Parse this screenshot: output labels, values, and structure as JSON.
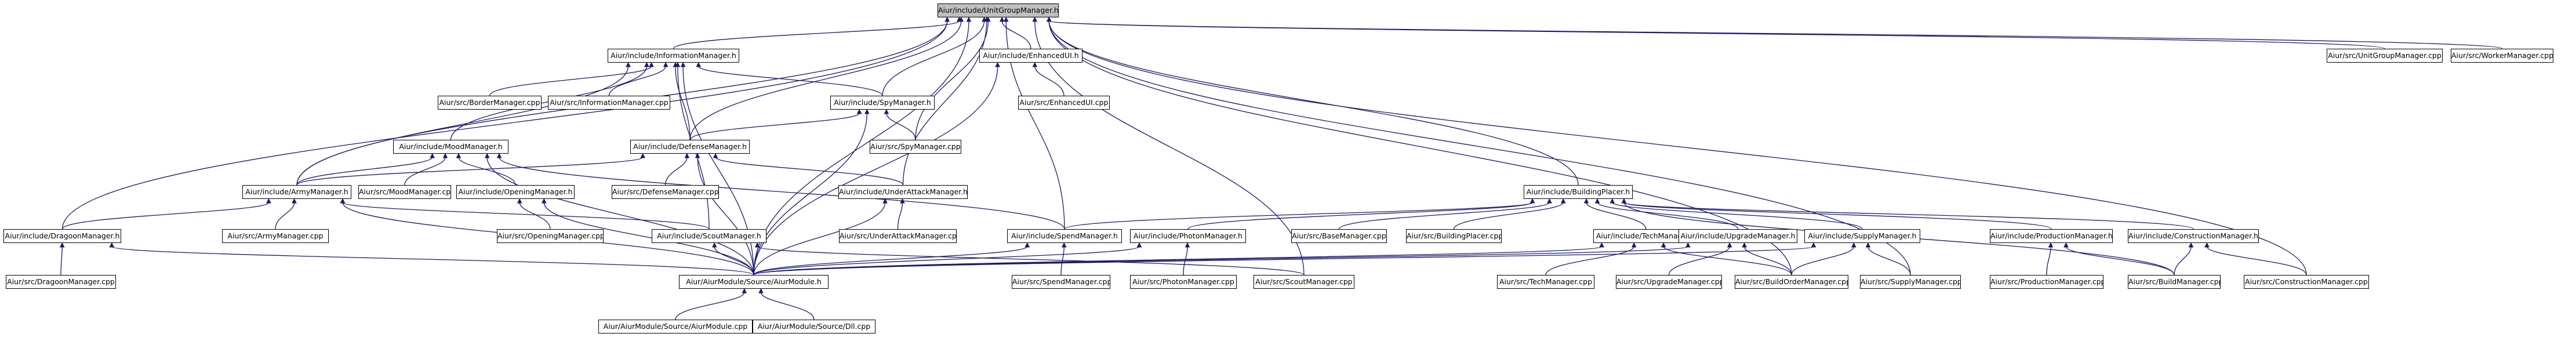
{
  "graph": {
    "colors": {
      "edge": "#191970",
      "root_fill": "#bfbfbf",
      "node_fill": "#ffffff",
      "border": "#000000"
    },
    "nodes": [
      {
        "id": "UnitGroupManager_h",
        "label": "Aiur/include/UnitGroupManager.h",
        "root": true
      },
      {
        "id": "InformationManager_h",
        "label": "Aiur/include/InformationManager.h"
      },
      {
        "id": "EnhancedUI_h",
        "label": "Aiur/include/EnhancedUI.h"
      },
      {
        "id": "UnitGroupManager_cpp",
        "label": "Aiur/src/UnitGroupManager.cpp"
      },
      {
        "id": "WorkerManager_cpp",
        "label": "Aiur/src/WorkerManager.cpp"
      },
      {
        "id": "BorderManager_cpp",
        "label": "Aiur/src/BorderManager.cpp"
      },
      {
        "id": "InformationManager_cpp",
        "label": "Aiur/src/InformationManager.cpp"
      },
      {
        "id": "SpyManager_h",
        "label": "Aiur/include/SpyManager.h"
      },
      {
        "id": "EnhancedUI_cpp",
        "label": "Aiur/src/EnhancedUI.cpp"
      },
      {
        "id": "MoodManager_h",
        "label": "Aiur/include/MoodManager.h"
      },
      {
        "id": "DefenseManager_h",
        "label": "Aiur/include/DefenseManager.h"
      },
      {
        "id": "SpyManager_cpp",
        "label": "Aiur/src/SpyManager.cpp"
      },
      {
        "id": "ArmyManager_h",
        "label": "Aiur/include/ArmyManager.h"
      },
      {
        "id": "MoodManager_cpp",
        "label": "Aiur/src/MoodManager.cpp"
      },
      {
        "id": "OpeningManager_h",
        "label": "Aiur/include/OpeningManager.h"
      },
      {
        "id": "DefenseManager_cpp",
        "label": "Aiur/src/DefenseManager.cpp"
      },
      {
        "id": "UnderAttackManager_h",
        "label": "Aiur/include/UnderAttackManager.h"
      },
      {
        "id": "BuildingPlacer_h",
        "label": "Aiur/include/BuildingPlacer.h"
      },
      {
        "id": "DragoonManager_h",
        "label": "Aiur/include/DragoonManager.h"
      },
      {
        "id": "ArmyManager_cpp",
        "label": "Aiur/src/ArmyManager.cpp"
      },
      {
        "id": "OpeningManager_cpp",
        "label": "Aiur/src/OpeningManager.cpp"
      },
      {
        "id": "ScoutManager_h",
        "label": "Aiur/include/ScoutManager.h"
      },
      {
        "id": "UnderAttackManager_cpp",
        "label": "Aiur/src/UnderAttackManager.cpp"
      },
      {
        "id": "SpendManager_h",
        "label": "Aiur/include/SpendManager.h"
      },
      {
        "id": "PhotonManager_h",
        "label": "Aiur/include/PhotonManager.h"
      },
      {
        "id": "BaseManager_cpp",
        "label": "Aiur/src/BaseManager.cpp"
      },
      {
        "id": "BuildingPlacer_cpp",
        "label": "Aiur/src/BuildingPlacer.cpp"
      },
      {
        "id": "TechManager_h",
        "label": "Aiur/include/TechManager.h"
      },
      {
        "id": "UpgradeManager_h",
        "label": "Aiur/include/UpgradeManager.h"
      },
      {
        "id": "SupplyManager_h",
        "label": "Aiur/include/SupplyManager.h"
      },
      {
        "id": "ProductionManager_h",
        "label": "Aiur/include/ProductionManager.h"
      },
      {
        "id": "ConstructionManager_h",
        "label": "Aiur/include/ConstructionManager.h"
      },
      {
        "id": "DragoonManager_cpp",
        "label": "Aiur/src/DragoonManager.cpp"
      },
      {
        "id": "AiurModule_h",
        "label": "Aiur/AiurModule/Source/AiurModule.h"
      },
      {
        "id": "SpendManager_cpp",
        "label": "Aiur/src/SpendManager.cpp"
      },
      {
        "id": "PhotonManager_cpp",
        "label": "Aiur/src/PhotonManager.cpp"
      },
      {
        "id": "ScoutManager_cpp",
        "label": "Aiur/src/ScoutManager.cpp"
      },
      {
        "id": "TechManager_cpp",
        "label": "Aiur/src/TechManager.cpp"
      },
      {
        "id": "UpgradeManager_cpp",
        "label": "Aiur/src/UpgradeManager.cpp"
      },
      {
        "id": "BuildOrderManager_cpp",
        "label": "Aiur/src/BuildOrderManager.cpp"
      },
      {
        "id": "SupplyManager_cpp",
        "label": "Aiur/src/SupplyManager.cpp"
      },
      {
        "id": "ProductionManager_cpp",
        "label": "Aiur/src/ProductionManager.cpp"
      },
      {
        "id": "BuildManager_cpp",
        "label": "Aiur/src/BuildManager.cpp"
      },
      {
        "id": "ConstructionManager_cpp",
        "label": "Aiur/src/ConstructionManager.cpp"
      },
      {
        "id": "AiurModule_cpp",
        "label": "Aiur/AiurModule/Source/AiurModule.cpp"
      },
      {
        "id": "Dll_cpp",
        "label": "Aiur/AiurModule/Source/Dll.cpp"
      }
    ],
    "edges": [
      [
        "InformationManager_h",
        "UnitGroupManager_h"
      ],
      [
        "EnhancedUI_h",
        "UnitGroupManager_h"
      ],
      [
        "UnitGroupManager_cpp",
        "UnitGroupManager_h"
      ],
      [
        "WorkerManager_cpp",
        "UnitGroupManager_h"
      ],
      [
        "SpyManager_h",
        "UnitGroupManager_h"
      ],
      [
        "DefenseManager_h",
        "UnitGroupManager_h"
      ],
      [
        "SpyManager_cpp",
        "UnitGroupManager_h"
      ],
      [
        "ArmyManager_h",
        "UnitGroupManager_h"
      ],
      [
        "UnderAttackManager_h",
        "UnitGroupManager_h"
      ],
      [
        "BuildingPlacer_h",
        "UnitGroupManager_h"
      ],
      [
        "DragoonManager_h",
        "UnitGroupManager_h"
      ],
      [
        "SpendManager_h",
        "UnitGroupManager_h"
      ],
      [
        "AiurModule_h",
        "UnitGroupManager_h"
      ],
      [
        "ScoutManager_cpp",
        "UnitGroupManager_h"
      ],
      [
        "BuildOrderManager_cpp",
        "UnitGroupManager_h"
      ],
      [
        "SupplyManager_cpp",
        "UnitGroupManager_h"
      ],
      [
        "ConstructionManager_cpp",
        "UnitGroupManager_h"
      ],
      [
        "BorderManager_cpp",
        "InformationManager_h"
      ],
      [
        "InformationManager_cpp",
        "InformationManager_h"
      ],
      [
        "SpyManager_h",
        "InformationManager_h"
      ],
      [
        "MoodManager_h",
        "InformationManager_h"
      ],
      [
        "DefenseManager_h",
        "InformationManager_h"
      ],
      [
        "ArmyManager_h",
        "InformationManager_h"
      ],
      [
        "ScoutManager_h",
        "InformationManager_h"
      ],
      [
        "AiurModule_h",
        "InformationManager_h"
      ],
      [
        "EnhancedUI_cpp",
        "EnhancedUI_h"
      ],
      [
        "AiurModule_h",
        "EnhancedUI_h"
      ],
      [
        "SpyManager_cpp",
        "SpyManager_h"
      ],
      [
        "DefenseManager_h",
        "SpyManager_h"
      ],
      [
        "AiurModule_h",
        "SpyManager_h"
      ],
      [
        "MoodManager_cpp",
        "MoodManager_h"
      ],
      [
        "OpeningManager_h",
        "MoodManager_h"
      ],
      [
        "ArmyManager_h",
        "MoodManager_h"
      ],
      [
        "SpendManager_h",
        "MoodManager_h"
      ],
      [
        "AiurModule_h",
        "MoodManager_h"
      ],
      [
        "DefenseManager_cpp",
        "DefenseManager_h"
      ],
      [
        "UnderAttackManager_h",
        "DefenseManager_h"
      ],
      [
        "ArmyManager_h",
        "DefenseManager_h"
      ],
      [
        "AiurModule_h",
        "DefenseManager_h"
      ],
      [
        "UnderAttackManager_cpp",
        "UnderAttackManager_h"
      ],
      [
        "AiurModule_h",
        "UnderAttackManager_h"
      ],
      [
        "DragoonManager_h",
        "ArmyManager_h"
      ],
      [
        "ArmyManager_cpp",
        "ArmyManager_h"
      ],
      [
        "ScoutManager_h",
        "ArmyManager_h"
      ],
      [
        "AiurModule_h",
        "ArmyManager_h"
      ],
      [
        "OpeningManager_cpp",
        "OpeningManager_h"
      ],
      [
        "AiurModule_h",
        "OpeningManager_h"
      ],
      [
        "DragoonManager_cpp",
        "DragoonManager_h"
      ],
      [
        "AiurModule_h",
        "DragoonManager_h"
      ],
      [
        "ScoutManager_cpp",
        "ScoutManager_h"
      ],
      [
        "AiurModule_h",
        "ScoutManager_h"
      ],
      [
        "SpendManager_h",
        "BuildingPlacer_h"
      ],
      [
        "PhotonManager_h",
        "BuildingPlacer_h"
      ],
      [
        "BaseManager_cpp",
        "BuildingPlacer_h"
      ],
      [
        "BuildingPlacer_cpp",
        "BuildingPlacer_h"
      ],
      [
        "TechManager_h",
        "BuildingPlacer_h"
      ],
      [
        "UpgradeManager_h",
        "BuildingPlacer_h"
      ],
      [
        "SupplyManager_h",
        "BuildingPlacer_h"
      ],
      [
        "ProductionManager_h",
        "BuildingPlacer_h"
      ],
      [
        "ConstructionManager_h",
        "BuildingPlacer_h"
      ],
      [
        "BuildManager_cpp",
        "BuildingPlacer_h"
      ],
      [
        "SpendManager_cpp",
        "SpendManager_h"
      ],
      [
        "AiurModule_h",
        "SpendManager_h"
      ],
      [
        "PhotonManager_cpp",
        "PhotonManager_h"
      ],
      [
        "AiurModule_h",
        "PhotonManager_h"
      ],
      [
        "TechManager_cpp",
        "TechManager_h"
      ],
      [
        "BuildOrderManager_cpp",
        "TechManager_h"
      ],
      [
        "AiurModule_h",
        "TechManager_h"
      ],
      [
        "UpgradeManager_cpp",
        "UpgradeManager_h"
      ],
      [
        "BuildOrderManager_cpp",
        "UpgradeManager_h"
      ],
      [
        "AiurModule_h",
        "UpgradeManager_h"
      ],
      [
        "SupplyManager_cpp",
        "SupplyManager_h"
      ],
      [
        "BuildOrderManager_cpp",
        "SupplyManager_h"
      ],
      [
        "AiurModule_h",
        "SupplyManager_h"
      ],
      [
        "ProductionManager_cpp",
        "ProductionManager_h"
      ],
      [
        "BuildManager_cpp",
        "ProductionManager_h"
      ],
      [
        "BuildManager_cpp",
        "ConstructionManager_h"
      ],
      [
        "ConstructionManager_cpp",
        "ConstructionManager_h"
      ],
      [
        "AiurModule_cpp",
        "AiurModule_h"
      ],
      [
        "Dll_cpp",
        "AiurModule_h"
      ]
    ]
  }
}
